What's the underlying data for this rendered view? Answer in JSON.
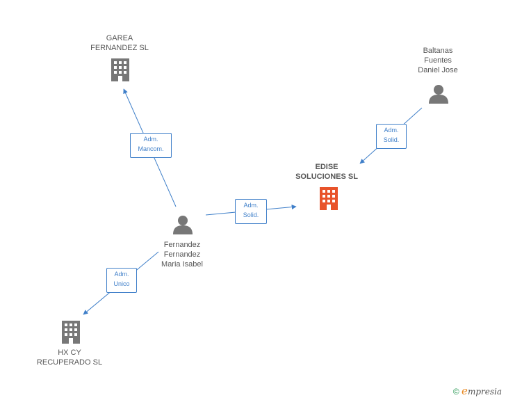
{
  "nodes": {
    "garea": {
      "label": "GAREA\nFERNANDEZ  SL",
      "type": "company",
      "color": "#777777"
    },
    "baltanas": {
      "label": "Baltanas\nFuentes\nDaniel Jose",
      "type": "person",
      "color": "#777777"
    },
    "edise": {
      "label": "EDISE\nSOLUCIONES SL",
      "type": "company",
      "color": "#e8532a"
    },
    "fernandez": {
      "label": "Fernandez\nFernandez\nMaria Isabel",
      "type": "person",
      "color": "#777777"
    },
    "hxcy": {
      "label": "HX CY\nRECUPERADO SL",
      "type": "company",
      "color": "#777777"
    }
  },
  "edges": {
    "e1": {
      "label": "Adm.\nMancom."
    },
    "e2": {
      "label": "Adm.\nSolid."
    },
    "e3": {
      "label": "Adm.\nSolid."
    },
    "e4": {
      "label": "Adm.\nUnico"
    }
  },
  "colors": {
    "edge": "#3f7fc9"
  },
  "brand": {
    "copyright": "©",
    "e": "e",
    "name": "mpresia"
  }
}
